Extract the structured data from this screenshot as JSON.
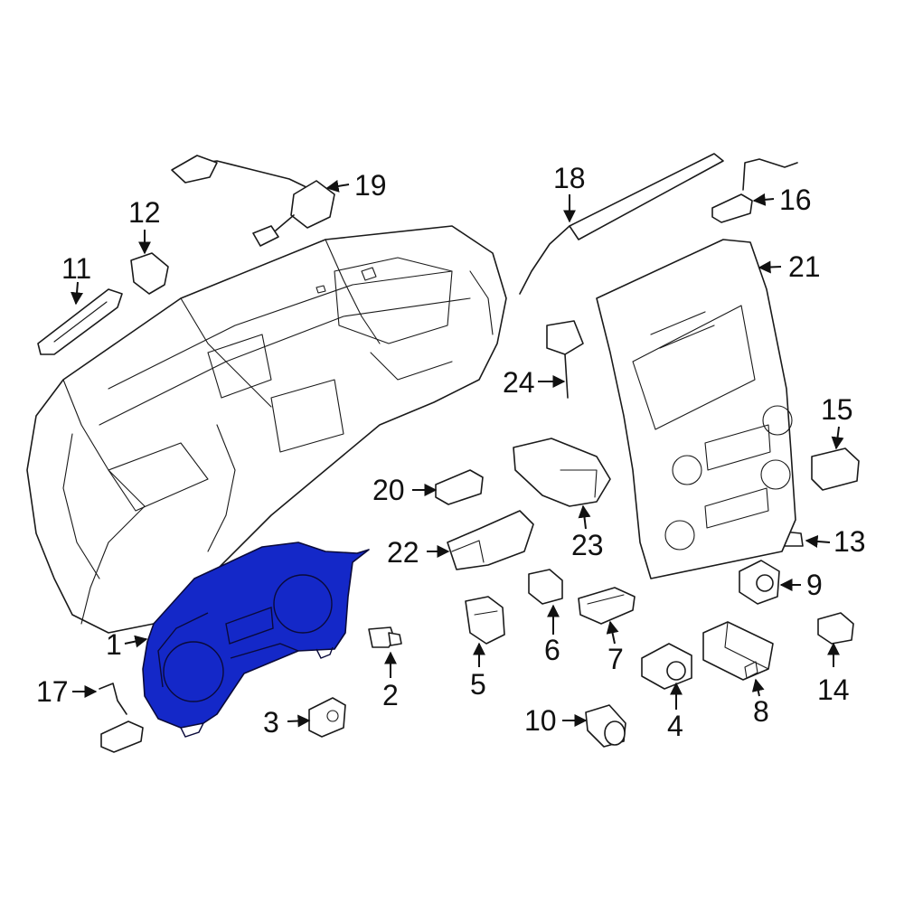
{
  "diagram": {
    "highlight_color": "#1428c8",
    "callouts": [
      {
        "id": "1",
        "label": "1"
      },
      {
        "id": "2",
        "label": "2"
      },
      {
        "id": "3",
        "label": "3"
      },
      {
        "id": "4",
        "label": "4"
      },
      {
        "id": "5",
        "label": "5"
      },
      {
        "id": "6",
        "label": "6"
      },
      {
        "id": "7",
        "label": "7"
      },
      {
        "id": "8",
        "label": "8"
      },
      {
        "id": "9",
        "label": "9"
      },
      {
        "id": "10",
        "label": "10"
      },
      {
        "id": "11",
        "label": "11"
      },
      {
        "id": "12",
        "label": "12"
      },
      {
        "id": "13",
        "label": "13"
      },
      {
        "id": "14",
        "label": "14"
      },
      {
        "id": "15",
        "label": "15"
      },
      {
        "id": "16",
        "label": "16"
      },
      {
        "id": "17",
        "label": "17"
      },
      {
        "id": "18",
        "label": "18"
      },
      {
        "id": "19",
        "label": "19"
      },
      {
        "id": "20",
        "label": "20"
      },
      {
        "id": "21",
        "label": "21"
      },
      {
        "id": "22",
        "label": "22"
      },
      {
        "id": "23",
        "label": "23"
      },
      {
        "id": "24",
        "label": "24"
      }
    ]
  }
}
